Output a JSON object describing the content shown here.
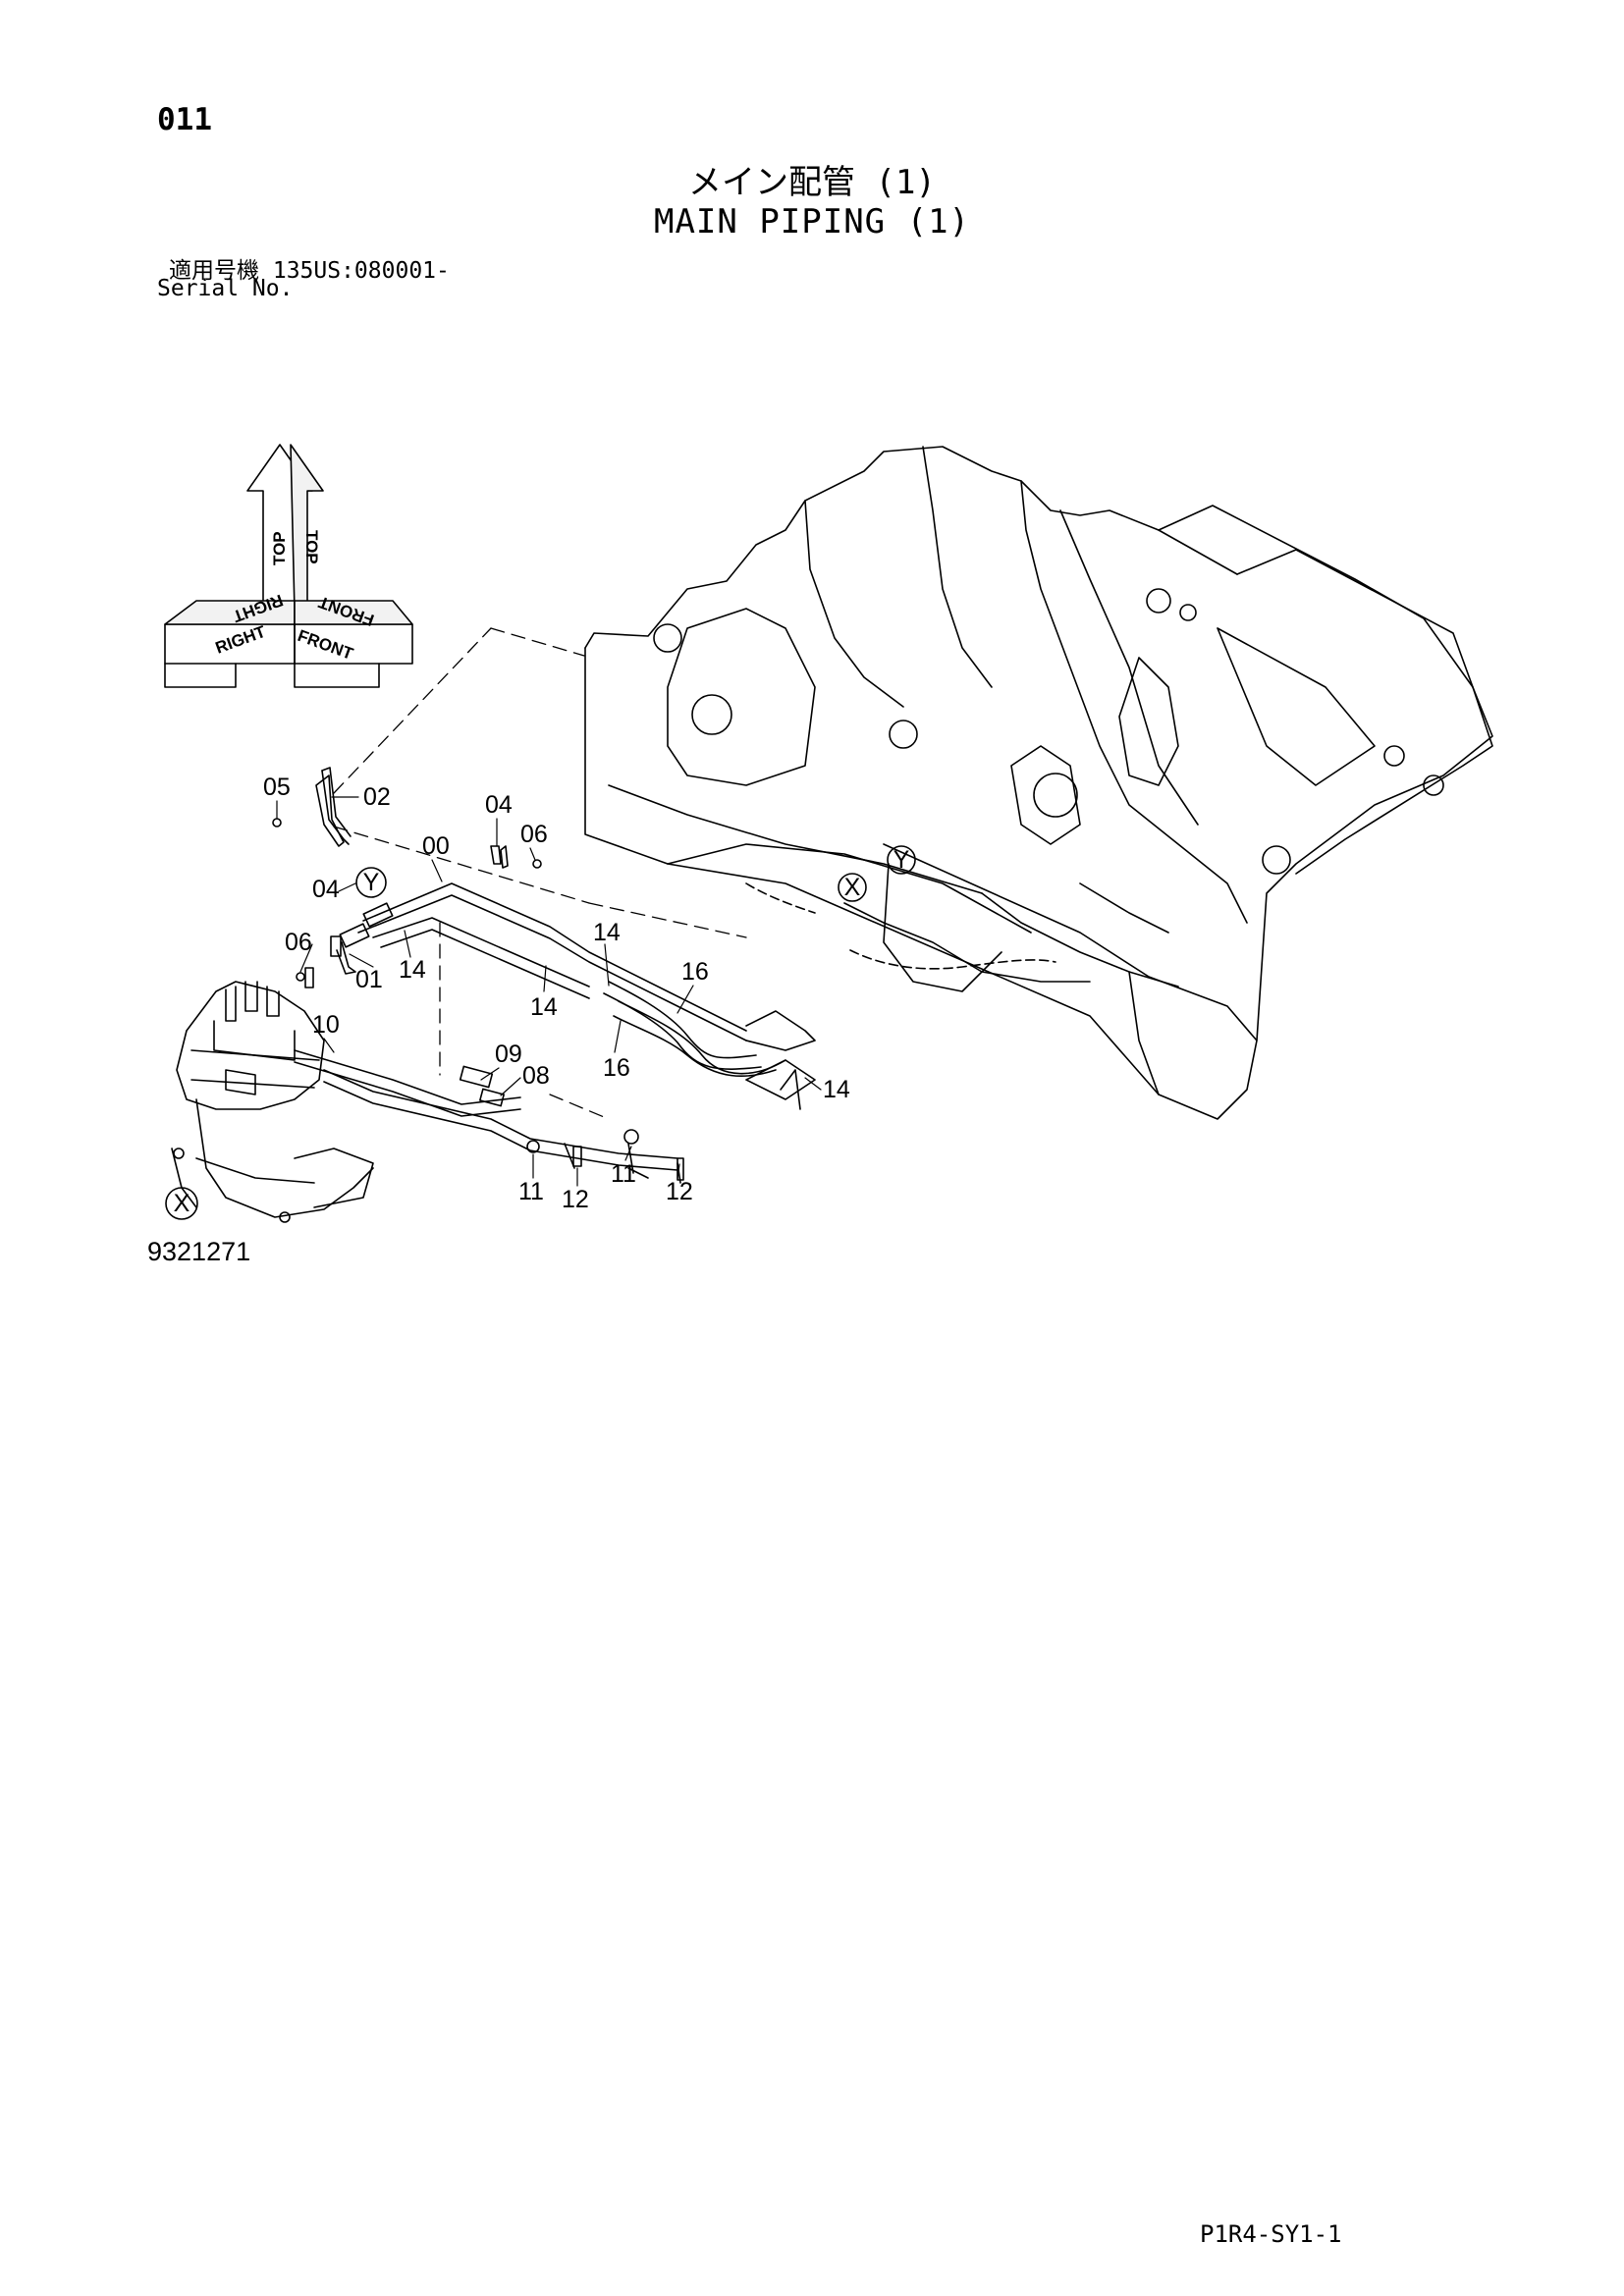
{
  "page_number": "011",
  "title_jp": "メイン配管 (1)",
  "title_en": "MAIN PIPING (1)",
  "serial_jp": "適用号機  135US:080001-",
  "serial_en": "Serial No.",
  "figure_number": "9321271",
  "sheet_code": "P1R4-SY1-1",
  "orientation": {
    "top": "TOP",
    "right": "RIGHT",
    "front": "FRONT"
  },
  "detail_markers": {
    "x": "X",
    "y": "Y"
  },
  "callouts": {
    "c05": "05",
    "c02": "02",
    "c04a": "04",
    "c06a": "06",
    "c00": "00",
    "c04b": "04",
    "c06b": "06",
    "c01": "01",
    "c14a": "14",
    "c14b": "14",
    "c14c": "14",
    "c16a": "16",
    "c16b": "16",
    "c10": "10",
    "c09": "09",
    "c08": "08",
    "c14d": "14",
    "c11a": "11",
    "c12a": "12",
    "c11b": "11",
    "c12b": "12"
  }
}
